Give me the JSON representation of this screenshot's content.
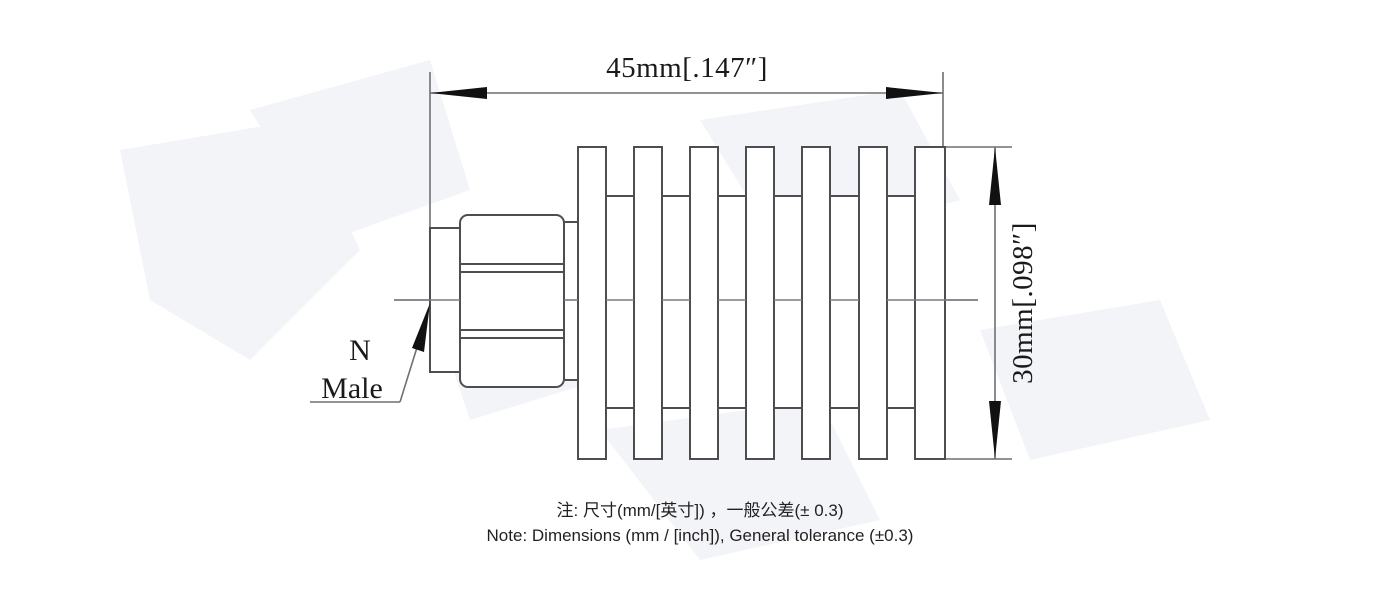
{
  "page": {
    "title": "RF coaxial attenuator outline drawing",
    "background_color": "#ffffff",
    "line_color": "#4d4d52",
    "text_color": "#1a1a1a"
  },
  "drawing": {
    "type": "mechanical-outline-drawing",
    "component": "N Male heatsink attenuator",
    "dimensions": {
      "length": {
        "label": "45mm[.147″]",
        "mm": 45,
        "inch": ".147",
        "orientation": "horizontal",
        "position": "top"
      },
      "height": {
        "label": "30mm[.098″]",
        "mm": 30,
        "inch": ".098",
        "orientation": "vertical",
        "position": "right"
      }
    },
    "callout": {
      "line1": "N",
      "line2": "Male",
      "target": "connector-body"
    },
    "heatsink": {
      "fin_count": 7
    }
  },
  "notes": {
    "line_cn": "注: 尺寸(mm/[英寸]) ，一般公差(± 0.3)",
    "line_en": "Note: Dimensions (mm / [inch]), General tolerance (±0.3)"
  }
}
